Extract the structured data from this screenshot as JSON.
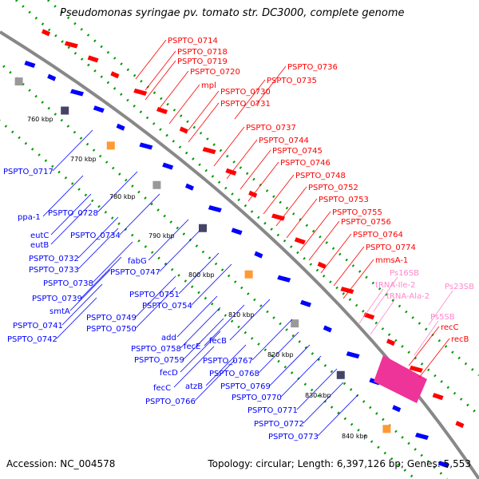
{
  "title": "Pseudomonas syringae pv. tomato str. DC3000, complete genome",
  "footer": {
    "accession": "Accession: NC_004578",
    "summary": "Topology: circular; Length: 6,397,126 bp; Genes: 5,553"
  },
  "colors": {
    "forward_gene": "#ff0000",
    "reverse_gene": "#0000ff",
    "rna_gene": "#ff88cc",
    "backbone": "#888888",
    "dots": "#009900"
  },
  "ticks": [
    "760 kbp",
    "770 kbp",
    "780 kbp",
    "790 kbp",
    "800 kbp",
    "810 kbp",
    "820 kbp",
    "830 kbp",
    "840 kbp"
  ],
  "forward_labels": [
    "PSPTO_0714",
    "PSPTO_0718",
    "PSPTO_0719",
    "PSPTO_0720",
    "mpl",
    "PSPTO_0730",
    "PSPTO_0731",
    "PSPTO_0736",
    "PSPTO_0735",
    "PSPTO_0737",
    "PSPTO_0744",
    "PSPTO_0745",
    "PSPTO_0746",
    "PSPTO_0748",
    "PSPTO_0752",
    "PSPTO_0753",
    "PSPTO_0755",
    "PSPTO_0756",
    "PSPTO_0764",
    "PSPTO_0774",
    "mmsA-1",
    "recC",
    "recB"
  ],
  "rna_labels": [
    "Ps16SB",
    "tRNA-Ile-2",
    "Ps23SB",
    "tRNA-Ala-2",
    "Ps5SB"
  ],
  "reverse_labels": [
    "PSPTO_0717",
    "ppa-1",
    "PSPTO_0728",
    "eutC",
    "eutB",
    "PSPTO_0734",
    "PSPTO_0732",
    "PSPTO_0733",
    "fabG",
    "PSPTO_0747",
    "PSPTO_0738",
    "PSPTO_0739",
    "smtA",
    "PSPTO_0741",
    "PSPTO_0742",
    "PSPTO_0751",
    "PSPTO_0754",
    "PSPTO_0749",
    "PSPTO_0750",
    "add",
    "PSPTO_0758",
    "fecE",
    "fecB",
    "PSPTO_0759",
    "PSPTO_0767",
    "fecD",
    "PSPTO_0768",
    "fecC",
    "atzB",
    "PSPTO_0769",
    "PSPTO_0766",
    "PSPTO_0770",
    "PSPTO_0771",
    "PSPTO_0772",
    "PSPTO_0773"
  ]
}
